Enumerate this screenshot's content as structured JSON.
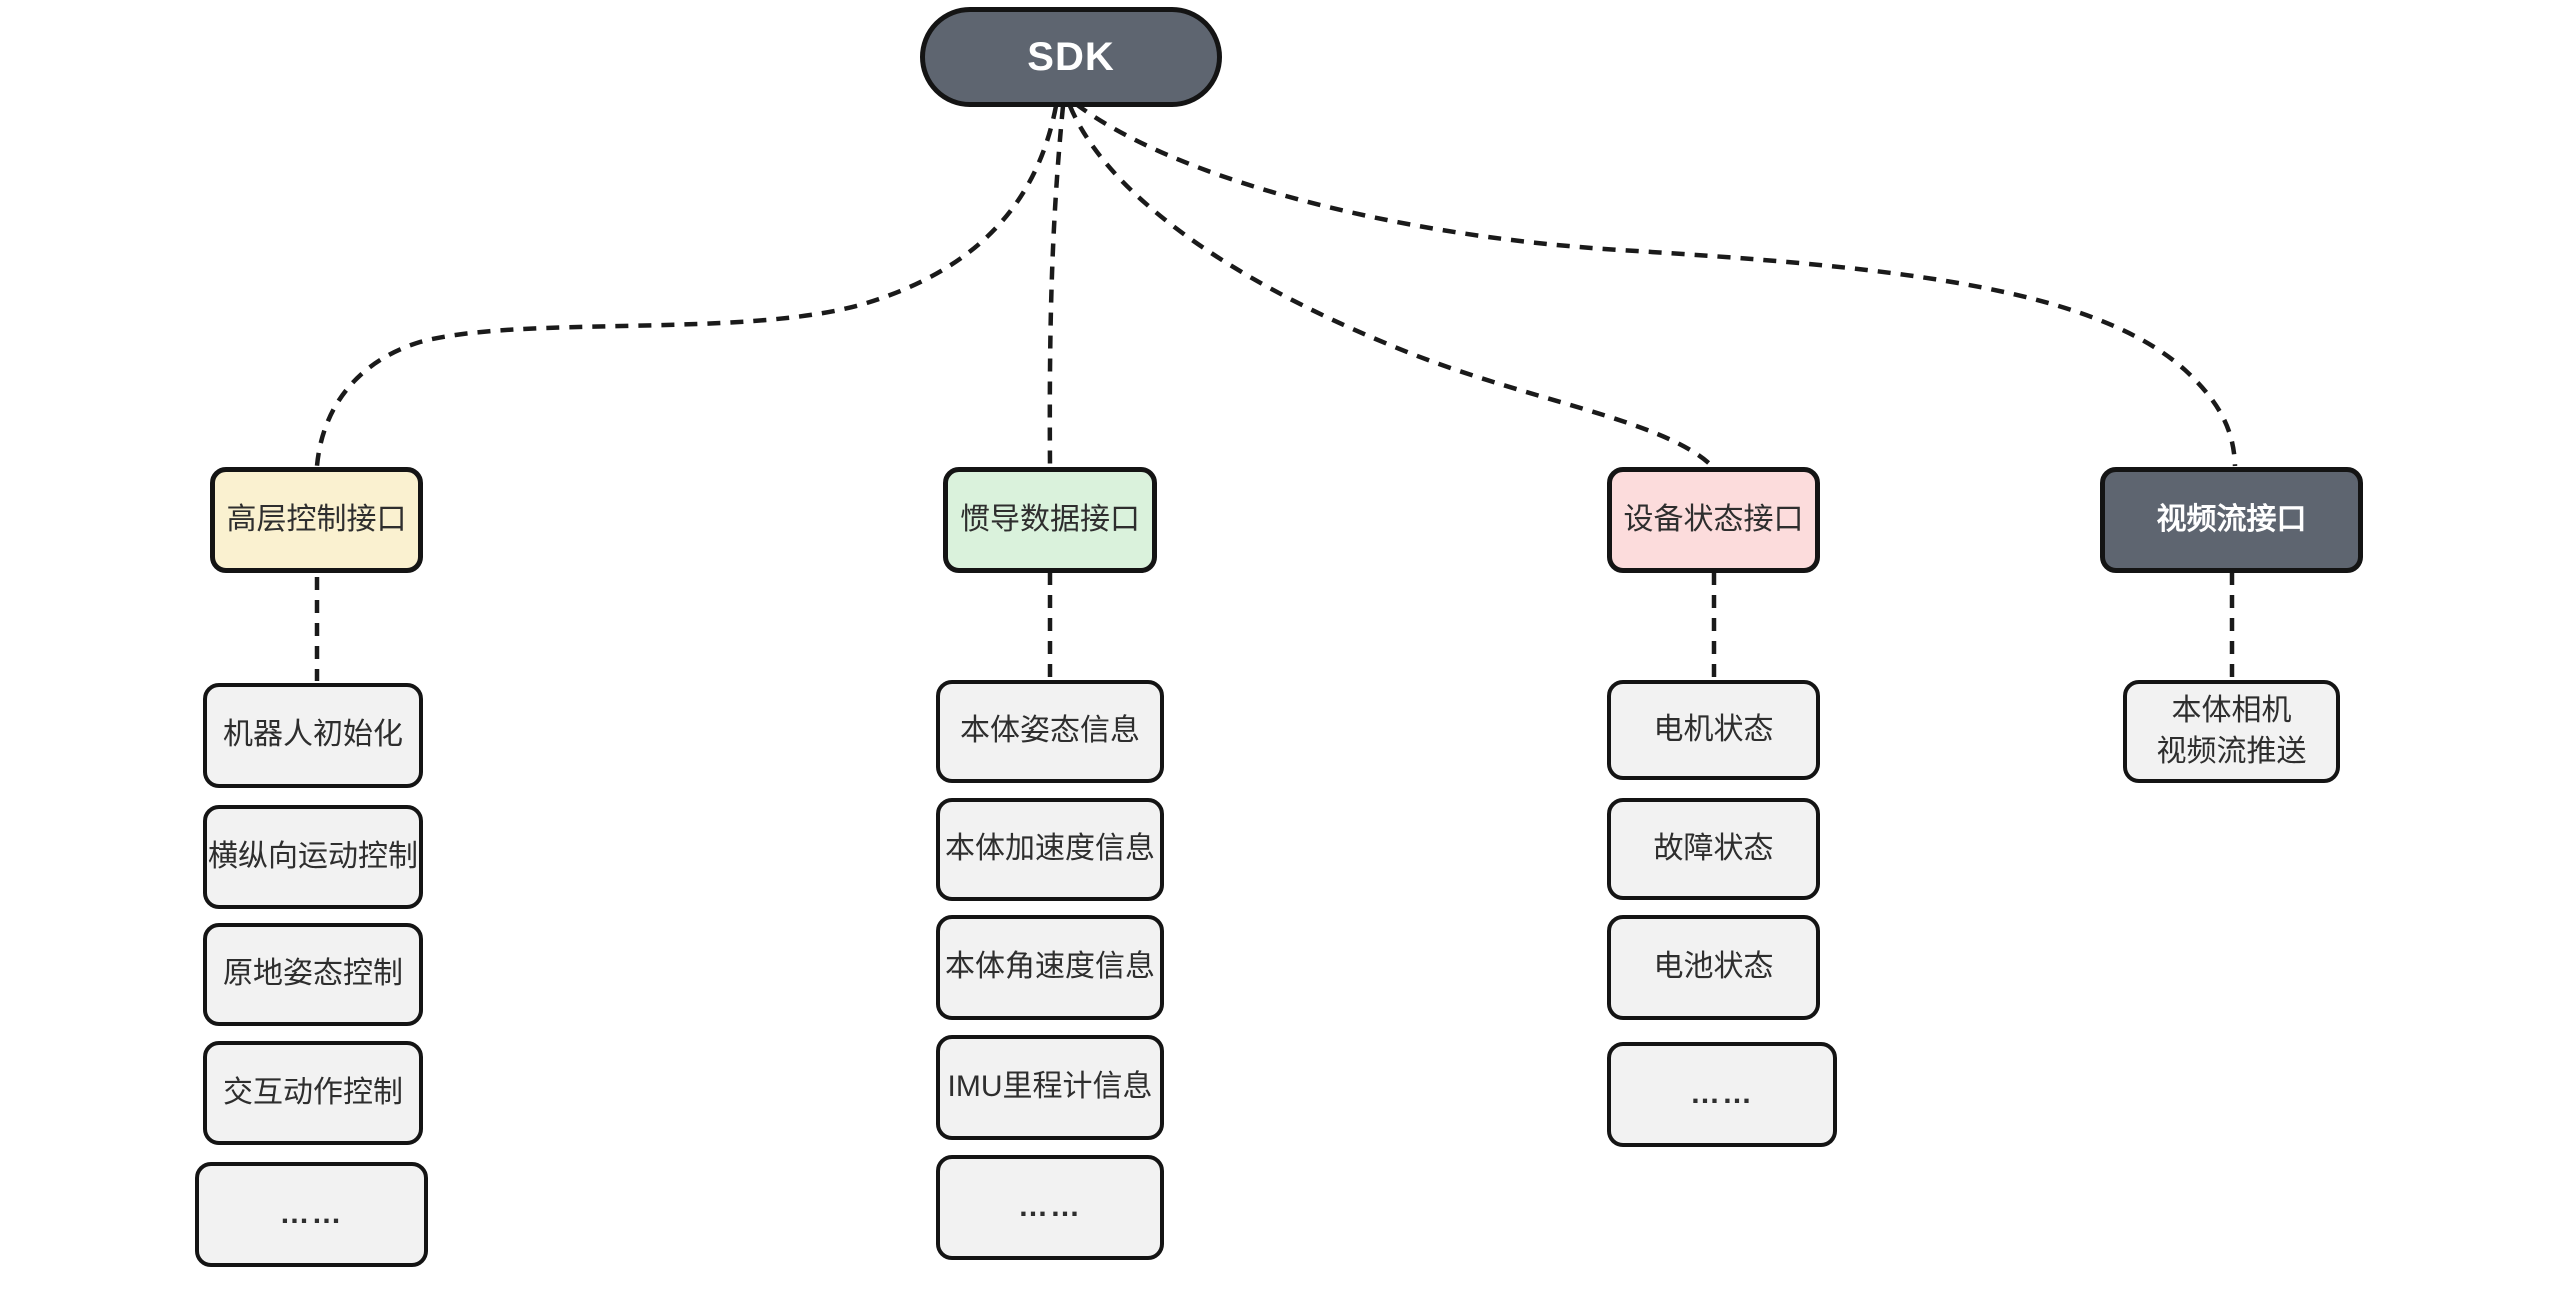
{
  "diagram": {
    "root": {
      "label": "SDK"
    },
    "colors": {
      "root_fill": "#5e6570",
      "root_text": "#ffffff",
      "header_yellow": "#faf1d0",
      "header_green": "#daf2dc",
      "header_pink": "#fcdcdc",
      "header_dark": "#5e6570",
      "child_fill": "#f2f2f2",
      "border": "#141414",
      "connector": "#1a1a1a",
      "text": "#2e2e2e"
    },
    "columns": [
      {
        "header": "高层控制接口",
        "children": [
          "机器人初始化",
          "横纵向运动控制",
          "原地姿态控制",
          "交互动作控制",
          "……"
        ]
      },
      {
        "header": "惯导数据接口",
        "children": [
          "本体姿态信息",
          "本体加速度信息",
          "本体角速度信息",
          "IMU里程计信息",
          "……"
        ]
      },
      {
        "header": "设备状态接口",
        "children": [
          "电机状态",
          "故障状态",
          "电池状态",
          "……"
        ]
      },
      {
        "header": "视频流接口",
        "children": [
          "本体相机\n视频流推送"
        ]
      }
    ]
  }
}
